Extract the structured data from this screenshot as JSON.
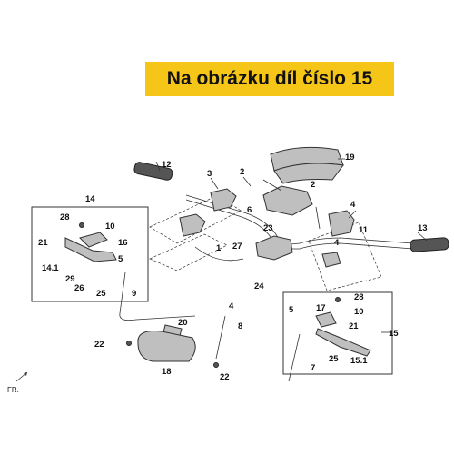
{
  "banner": {
    "text": "Na obrázku díl číslo 15",
    "color": "#f5c518"
  },
  "labels": {
    "l1": "1",
    "l2a": "2",
    "l2b": "2",
    "l3": "3",
    "l4a": "4",
    "l4b": "4",
    "l5a": "5",
    "l5b": "5",
    "l6": "6",
    "l7": "7",
    "l8": "8",
    "l9": "9",
    "l10a": "10",
    "l10b": "10",
    "l11": "11",
    "l12": "12",
    "l13": "13",
    "l14": "14",
    "l14_1": "14.1",
    "l15": "15",
    "l15_1": "15.1",
    "l16": "16",
    "l17": "17",
    "l18": "18",
    "l19": "19",
    "l20": "20",
    "l21a": "21",
    "l21b": "21",
    "l22a": "22",
    "l22b": "22",
    "l23": "23",
    "l24": "24",
    "l25a": "25",
    "l25b": "25",
    "l26": "26",
    "l27": "27",
    "l28a": "28",
    "l28b": "28",
    "l29": "29"
  },
  "direction": "FR."
}
